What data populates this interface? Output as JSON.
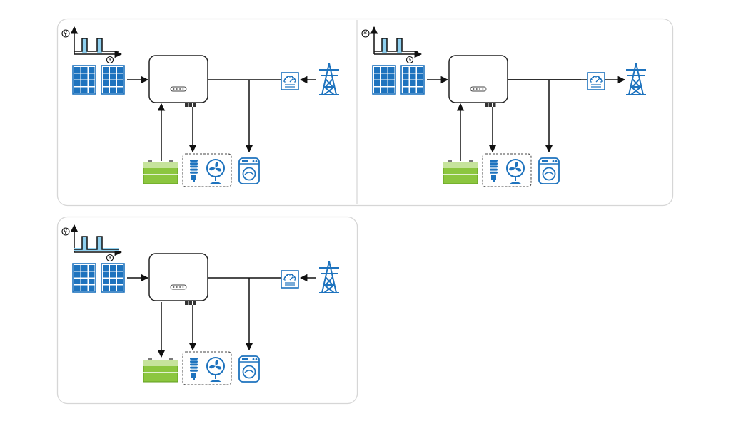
{
  "tariff_chart": {
    "currency_symbol": "¥",
    "time_icon": "clock-icon"
  },
  "panels": [
    {
      "id": "mode-1",
      "price_pattern": "two-peaks",
      "flows": {
        "battery": "battery-to-inverter",
        "grid": "grid-to-inverter"
      }
    },
    {
      "id": "mode-2",
      "price_pattern": "two-peaks",
      "flows": {
        "battery": "battery-to-inverter",
        "grid": "inverter-to-grid"
      }
    },
    {
      "id": "mode-3",
      "price_pattern": "two-peaks-with-low-base",
      "flows": {
        "battery": "inverter-to-battery",
        "grid": "grid-to-inverter"
      }
    }
  ],
  "colors": {
    "panel_border": "#d6d6d6",
    "line": "#111111",
    "blue": "#1e73be",
    "light_blue": "#8fd0ef",
    "green": "#8cc63f",
    "green_dark": "#5f9e1e"
  },
  "icons": [
    "solar-panel-icon",
    "inverter-icon",
    "meter-icon",
    "pylon-icon",
    "battery-icon",
    "bulb-icon",
    "fan-icon",
    "washer-icon"
  ]
}
